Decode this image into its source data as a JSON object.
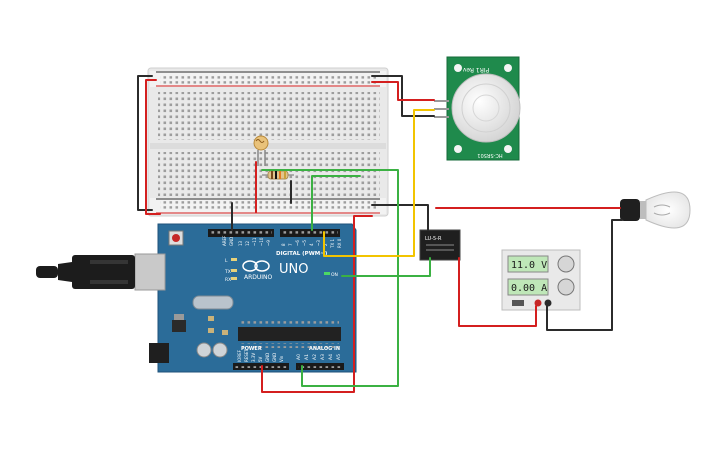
{
  "arduino": {
    "brand": "ARDUINO",
    "model": "UNO",
    "digital_label": "DIGITAL (PWM~)",
    "power_label": "POWER",
    "analog_label": "ANALOG IN",
    "aref": "AREF",
    "gnd": "GND",
    "pins_top": [
      "13",
      "12",
      "~11",
      "~10",
      "~9",
      "8",
      "7",
      "~6",
      "~5",
      "4",
      "~3",
      "2",
      "TX 1",
      "RX 0"
    ],
    "power_pins": [
      "IOREF",
      "RESET",
      "3.3V",
      "5V",
      "GND",
      "GND",
      "Vin"
    ],
    "analog_pins": [
      "A0",
      "A1",
      "A2",
      "A3",
      "A4",
      "A5"
    ],
    "led_labels": [
      "L",
      "TX",
      "RX"
    ],
    "on_label": "ON"
  },
  "pir_sensor": {
    "top_text": "PIR1 Rev",
    "bottom_text": "HC-SR501"
  },
  "relay": {
    "label": "LU-5-R"
  },
  "power_supply": {
    "voltage": "11.0 V",
    "current": "0.00 A"
  },
  "colors": {
    "wire_red": "#d41f1f",
    "wire_black": "#2b2b2b",
    "wire_green": "#3bb143",
    "wire_yellow": "#f2c400",
    "arduino_blue": "#2b6c99",
    "pir_green": "#1f8a4c"
  }
}
